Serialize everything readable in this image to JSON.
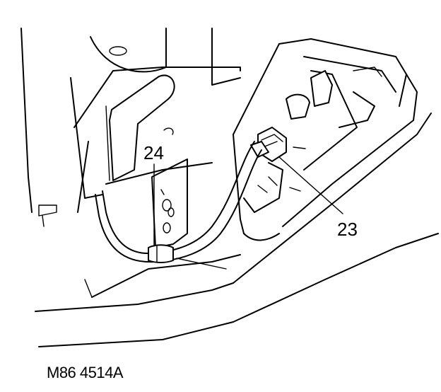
{
  "diagram": {
    "callouts": [
      {
        "label": "24"
      },
      {
        "label": "23"
      }
    ],
    "figure_reference": "M86 4514A"
  }
}
